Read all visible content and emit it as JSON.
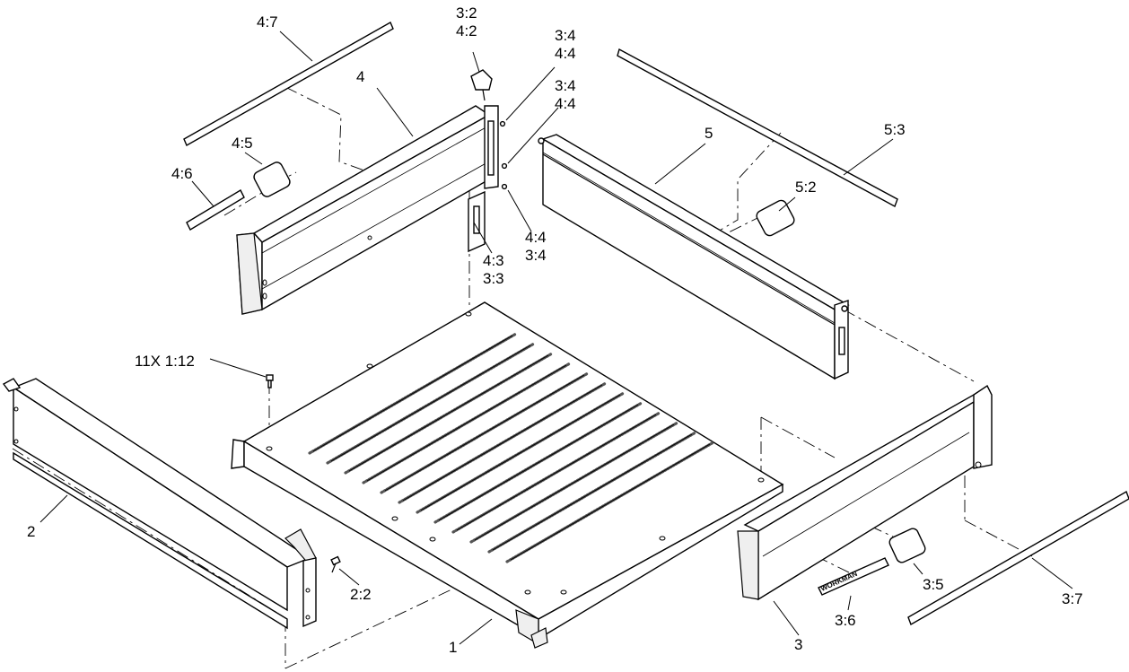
{
  "callouts": {
    "c_4_7": "4:7",
    "c_3_2": "3:2",
    "c_4_2": "4:2",
    "c_3_4a": "3:4",
    "c_4_4a": "4:4",
    "c_3_4b": "3:4",
    "c_4_4b": "4:4",
    "c_4": "4",
    "c_5": "5",
    "c_5_3": "5:3",
    "c_4_5": "4:5",
    "c_4_6": "4:6",
    "c_5_2": "5:2",
    "c_4_4c": "4:4",
    "c_3_4c": "3:4",
    "c_4_3": "4:3",
    "c_3_3": "3:3",
    "c_11x": "11X 1:12",
    "c_2": "2",
    "c_2_2": "2:2",
    "c_1": "1",
    "c_3": "3",
    "c_3_5": "3:5",
    "c_3_6": "3:6",
    "c_3_7": "3:7"
  },
  "decal_text": "WORKMAN"
}
